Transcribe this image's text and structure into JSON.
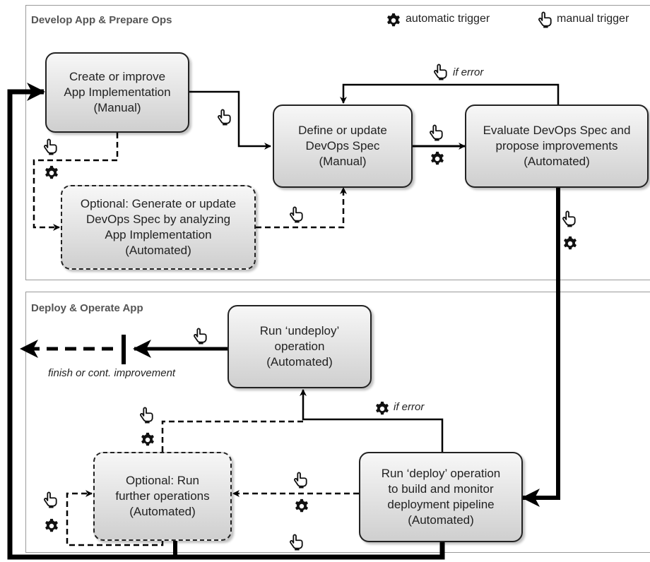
{
  "legend": {
    "auto_label": "automatic trigger",
    "manual_label": "manual trigger"
  },
  "lanes": {
    "develop": {
      "title": "Develop App & Prepare Ops"
    },
    "deploy": {
      "title": "Deploy & Operate App"
    }
  },
  "nodes": {
    "create_app": {
      "lines": [
        "Create or improve",
        "App Implementation",
        "(Manual)"
      ]
    },
    "define_spec": {
      "lines": [
        "Define or update",
        "DevOps Spec",
        "(Manual)"
      ]
    },
    "evaluate_spec": {
      "lines": [
        "Evaluate DevOps Spec and",
        "propose improvements",
        "(Automated)"
      ]
    },
    "generate_spec": {
      "lines": [
        "Optional: Generate or update",
        "DevOps Spec by analyzing",
        "App Implementation",
        "(Automated)"
      ]
    },
    "undeploy": {
      "lines": [
        "Run ‘undeploy’",
        "operation",
        "(Automated)"
      ]
    },
    "further_ops": {
      "lines": [
        "Optional: Run",
        "further operations",
        "(Automated)"
      ]
    },
    "deploy": {
      "lines": [
        "Run ‘deploy’ operation",
        "to build and monitor",
        "deployment pipeline",
        "(Automated)"
      ]
    }
  },
  "edge_labels": {
    "eval_if_error": "if error",
    "deploy_if_error": "if error",
    "finish": "finish or cont. improvement"
  },
  "colors": {
    "box_fill_top": "#f7f7f7",
    "box_fill_bottom": "#cfcfcf",
    "stroke": "#000000",
    "lane_border": "#9a9a9a"
  }
}
